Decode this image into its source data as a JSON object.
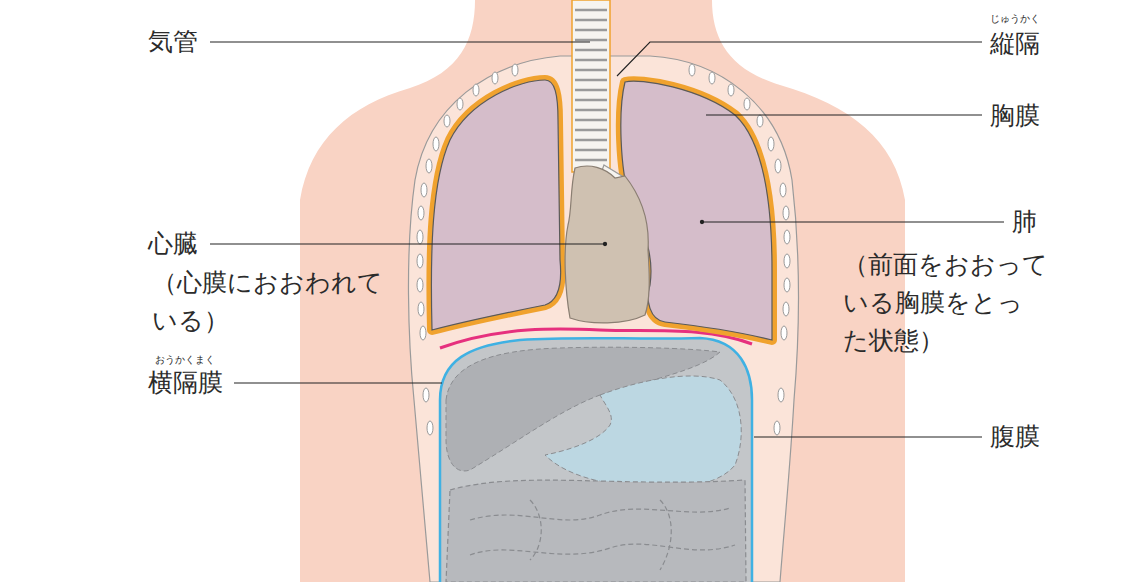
{
  "diagram": {
    "labels": [
      "気管",
      "じゅうかく",
      "縦隔",
      "胸膜",
      "心臓",
      "（心膜におおわれて いる）",
      "肺",
      "（前面をおおって いる胸膜をとっ た状態）",
      "おうかくまく",
      "横隔膜",
      "腹膜"
    ]
  }
}
